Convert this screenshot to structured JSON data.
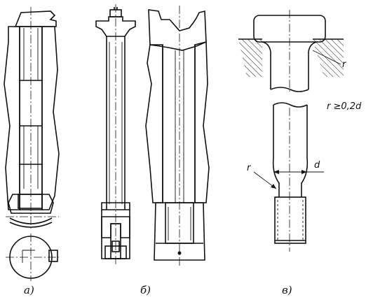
{
  "labels": {
    "a": "a)",
    "b": "б)",
    "v": "в)"
  },
  "annotations": {
    "r_top": "r",
    "r_rule": "r ≥0,2d",
    "d": "d",
    "r_bottom": "r"
  }
}
